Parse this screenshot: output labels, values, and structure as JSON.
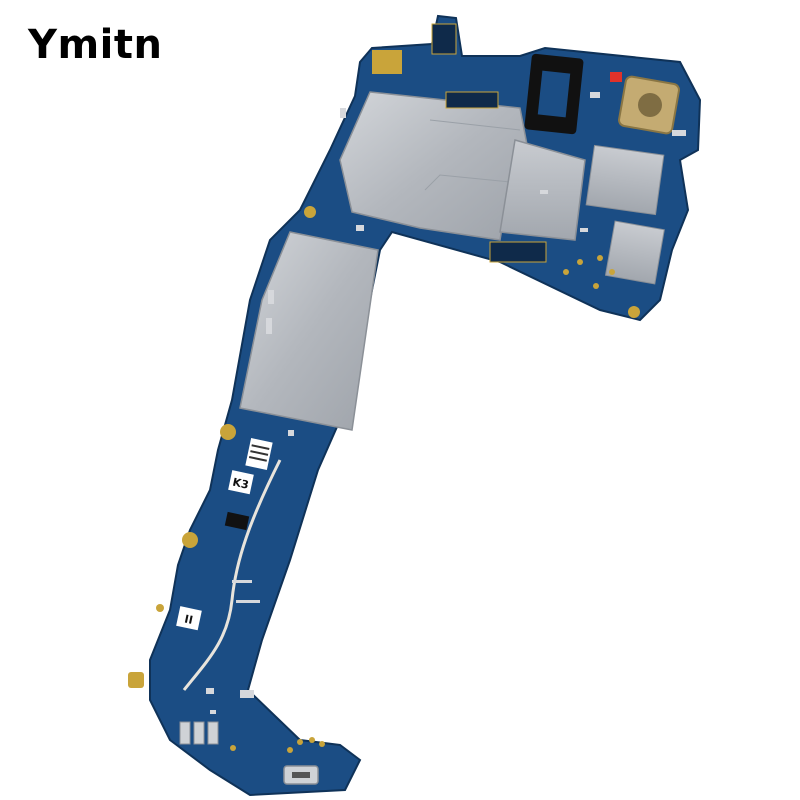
{
  "brand": {
    "watermark": "Ymitn"
  },
  "board_labels": {
    "sticker_a": "K3",
    "sticker_b": "II"
  },
  "colors": {
    "pcb": "#1b4d84",
    "pcb_dark": "#123a66",
    "shield": "#b9bdc3",
    "gold": "#c9a43a",
    "cable": "#e8e4dc",
    "background": "#ffffff"
  }
}
